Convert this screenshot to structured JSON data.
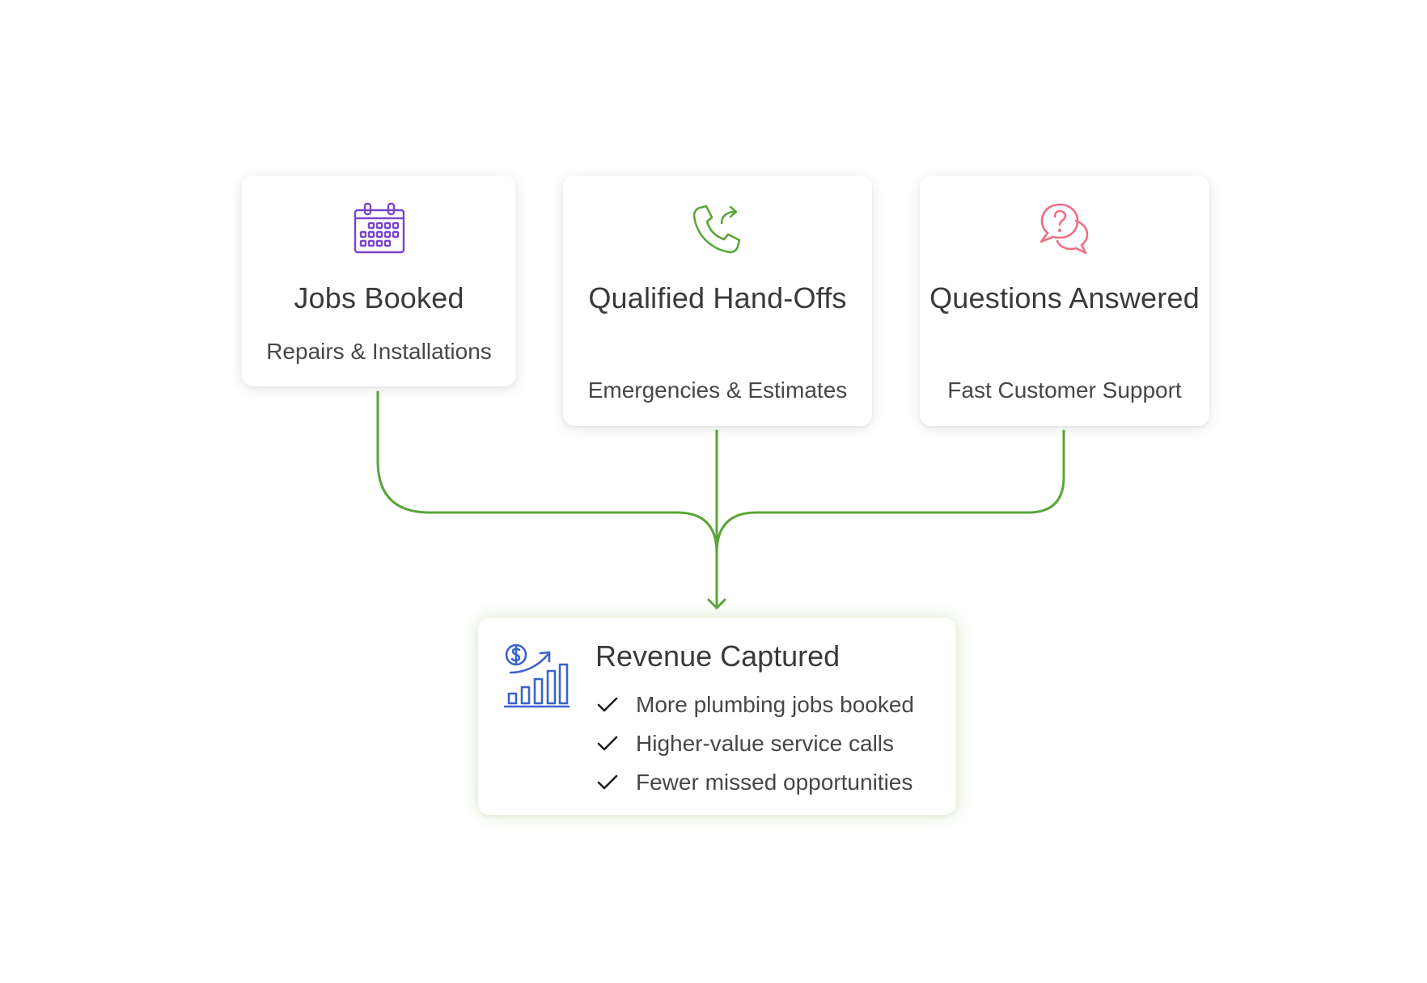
{
  "colors": {
    "connector": "#5aa63a",
    "calendar_icon": "#7a45c9",
    "phone_icon": "#5aa63a",
    "question_icon": "#ef6f86",
    "revenue_icon": "#3b63c9"
  },
  "sources": [
    {
      "icon": "calendar-icon",
      "title": "Jobs Booked",
      "subtitle": "Repairs & Installations"
    },
    {
      "icon": "phone-forward-icon",
      "title": "Qualified Hand-Offs",
      "subtitle": "Emergencies & Estimates"
    },
    {
      "icon": "question-chat-icon",
      "title": "Questions Answered",
      "subtitle": "Fast Customer Support"
    }
  ],
  "result": {
    "icon": "revenue-growth-icon",
    "title": "Revenue Captured",
    "items": [
      "More plumbing jobs booked",
      "Higher-value service calls",
      "Fewer missed opportunities"
    ]
  }
}
